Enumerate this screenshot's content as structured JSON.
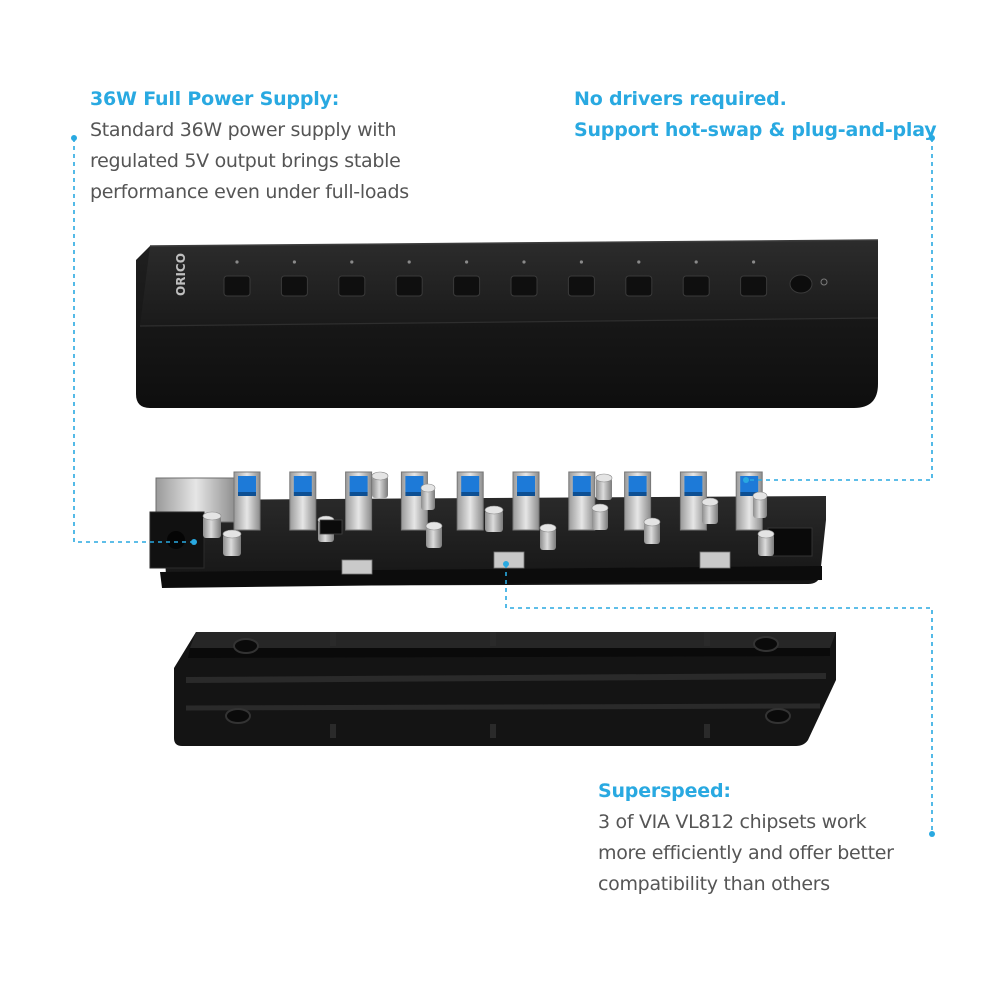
{
  "colors": {
    "accent": "#29a9e1",
    "body_text": "#555555",
    "housing": "#1c1c1c",
    "usb_blue": "#1d7ad8"
  },
  "icons": [
    "power-button-icon",
    "orico-logo-icon"
  ],
  "callouts": {
    "power": {
      "title": "36W Full Power Supply:",
      "lines": [
        "Standard 36W power supply with",
        "regulated 5V output brings stable",
        "performance even under full-loads"
      ]
    },
    "drivers": {
      "title_lines": [
        "No drivers required.",
        "Support hot-swap & plug-and-play"
      ]
    },
    "speed": {
      "title": "Superspeed:",
      "lines": [
        "3 of VIA VL812 chipsets work",
        "more efficiently and offer better",
        "compatibility than others"
      ]
    }
  },
  "product": {
    "brand": "ORICO",
    "usb_port_count": 10
  }
}
